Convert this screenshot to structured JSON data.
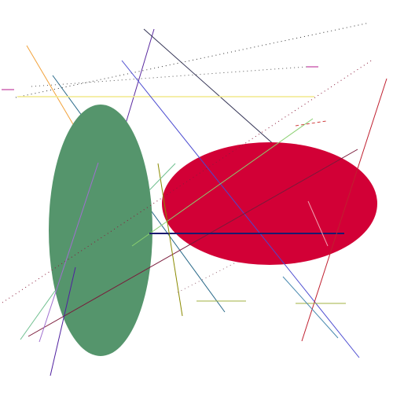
{
  "canvas": {
    "background": "#ffffff"
  },
  "shapes": [
    {
      "name": "green-ellipse",
      "type": "ellipse",
      "fill": "#55956c"
    },
    {
      "name": "red-ellipse",
      "type": "ellipse",
      "fill": "#d20036"
    }
  ],
  "lines": [
    {
      "name": "dotted-line-top-long",
      "color": "#333333",
      "style": "dotted"
    },
    {
      "name": "dotted-line-top-short",
      "color": "#555555",
      "style": "dotted"
    },
    {
      "name": "yellow-horizontal-line",
      "color": "#f2e98c",
      "style": "solid"
    },
    {
      "name": "orange-diagonal-line",
      "color": "#f2a23a",
      "style": "solid"
    },
    {
      "name": "purple-line-top",
      "color": "#5a2aa0",
      "style": "solid"
    },
    {
      "name": "dark-navy-diagonal-line",
      "color": "#333355",
      "style": "solid"
    },
    {
      "name": "blue-diagonal-line",
      "color": "#4a4ad0",
      "style": "solid"
    },
    {
      "name": "teal-diagonal-line",
      "color": "#2a6a8a",
      "style": "solid"
    },
    {
      "name": "dark-red-long-diagonal-line",
      "color": "#8a1a3a",
      "style": "dotted"
    },
    {
      "name": "maroon-diagonal-line",
      "color": "#7a1a3a",
      "style": "solid"
    },
    {
      "name": "light-green-diagonal-line",
      "color": "#8ad070",
      "style": "solid"
    },
    {
      "name": "navy-horizontal-line",
      "color": "#1a1a70",
      "style": "solid"
    },
    {
      "name": "olive-vertical-line",
      "color": "#8a8a00",
      "style": "solid"
    },
    {
      "name": "red-right-diagonal-line",
      "color": "#c02030",
      "style": "solid"
    },
    {
      "name": "pink-short-line",
      "color": "#f0a0b0",
      "style": "solid"
    },
    {
      "name": "violet-line-left",
      "color": "#a070d0",
      "style": "solid"
    },
    {
      "name": "purple-line-bottom",
      "color": "#5020a0",
      "style": "solid"
    },
    {
      "name": "small-green-line-left",
      "color": "#70c090",
      "style": "solid"
    },
    {
      "name": "olive-short-line-1",
      "color": "#a0b040",
      "style": "solid"
    },
    {
      "name": "olive-short-line-2",
      "color": "#a0b040",
      "style": "solid"
    },
    {
      "name": "magenta-tick-right",
      "color": "#c040a0",
      "style": "solid"
    },
    {
      "name": "magenta-tick-left",
      "color": "#c040a0",
      "style": "solid"
    },
    {
      "name": "red-dash-line",
      "color": "#d04040",
      "style": "dashed"
    },
    {
      "name": "green-short-line",
      "color": "#70c090",
      "style": "solid"
    },
    {
      "name": "thin-gray-line-lower",
      "color": "#9a6a7a",
      "style": "dotted"
    },
    {
      "name": "teal-small-line",
      "color": "#4a8ab0",
      "style": "solid"
    }
  ]
}
